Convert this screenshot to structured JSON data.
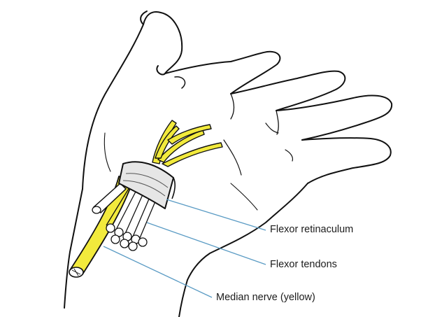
{
  "labels": {
    "flexor_retinaculum": "Flexor retinaculum",
    "flexor_tendons": "Flexor tendons",
    "median_nerve": "Median nerve (yellow)"
  },
  "colors": {
    "nerve": "#f2ea3c",
    "leader_line": "#5a9bc4",
    "ink": "#111111",
    "retinaculum_fill": "#e6e6e6"
  }
}
